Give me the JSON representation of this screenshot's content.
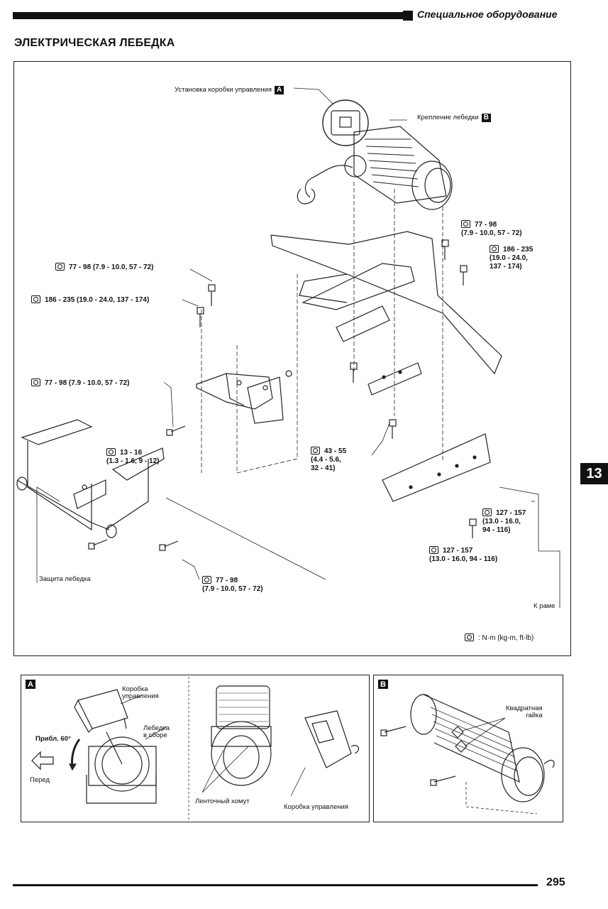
{
  "header": {
    "section_title": "Специальное оборудование"
  },
  "page": {
    "title": "ЭЛЕКТРИЧЕСКАЯ ЛЕБЕДКА",
    "number": "295",
    "chapter_tab": "13"
  },
  "main_diagram": {
    "labels": {
      "control_box_install": "Установка коробки управления",
      "control_box_callout": "A",
      "winch_mount": "Крепление лебедки",
      "winch_mount_callout": "B",
      "winch_guard": "Защита лебедка",
      "to_frame": "К раме"
    },
    "torques": [
      {
        "id": "t1",
        "text": "77 - 98\n(7.9 - 10.0, 57 - 72)"
      },
      {
        "id": "t2",
        "text": "186 - 235\n(19.0 - 24.0,\n137 - 174)"
      },
      {
        "id": "t3",
        "text": "77 - 98 (7.9 - 10.0, 57 - 72)"
      },
      {
        "id": "t4",
        "text": "186 - 235 (19.0 - 24.0, 137 - 174)"
      },
      {
        "id": "t5",
        "text": "77 - 98 (7.9 - 10.0, 57 - 72)"
      },
      {
        "id": "t6",
        "text": "13 - 16\n(1.3 - 1.6, 9 - 12)"
      },
      {
        "id": "t7",
        "text": "43 - 55\n(4.4 - 5.6,\n32 - 41)"
      },
      {
        "id": "t8",
        "text": "127 - 157\n(13.0 - 16.0,\n94 - 116)"
      },
      {
        "id": "t9",
        "text": "127 - 157\n(13.0 - 16.0, 94 - 116)"
      },
      {
        "id": "t10",
        "text": "77 - 98\n(7.9 - 10.0, 57 - 72)"
      }
    ],
    "unit_legend": ": N·m (kg-m, ft-lb)"
  },
  "detail_a": {
    "badge": "A",
    "control_box": "Коробка\nуправления",
    "winch_assembly": "Лебедка\nв сборе",
    "angle": "Прибл. 60°",
    "front": "Перед",
    "band_clamp": "Ленточный хомут",
    "control_box_2": "Коробка управления"
  },
  "detail_b": {
    "badge": "B",
    "square_nut": "Квадратная\nгайка"
  }
}
